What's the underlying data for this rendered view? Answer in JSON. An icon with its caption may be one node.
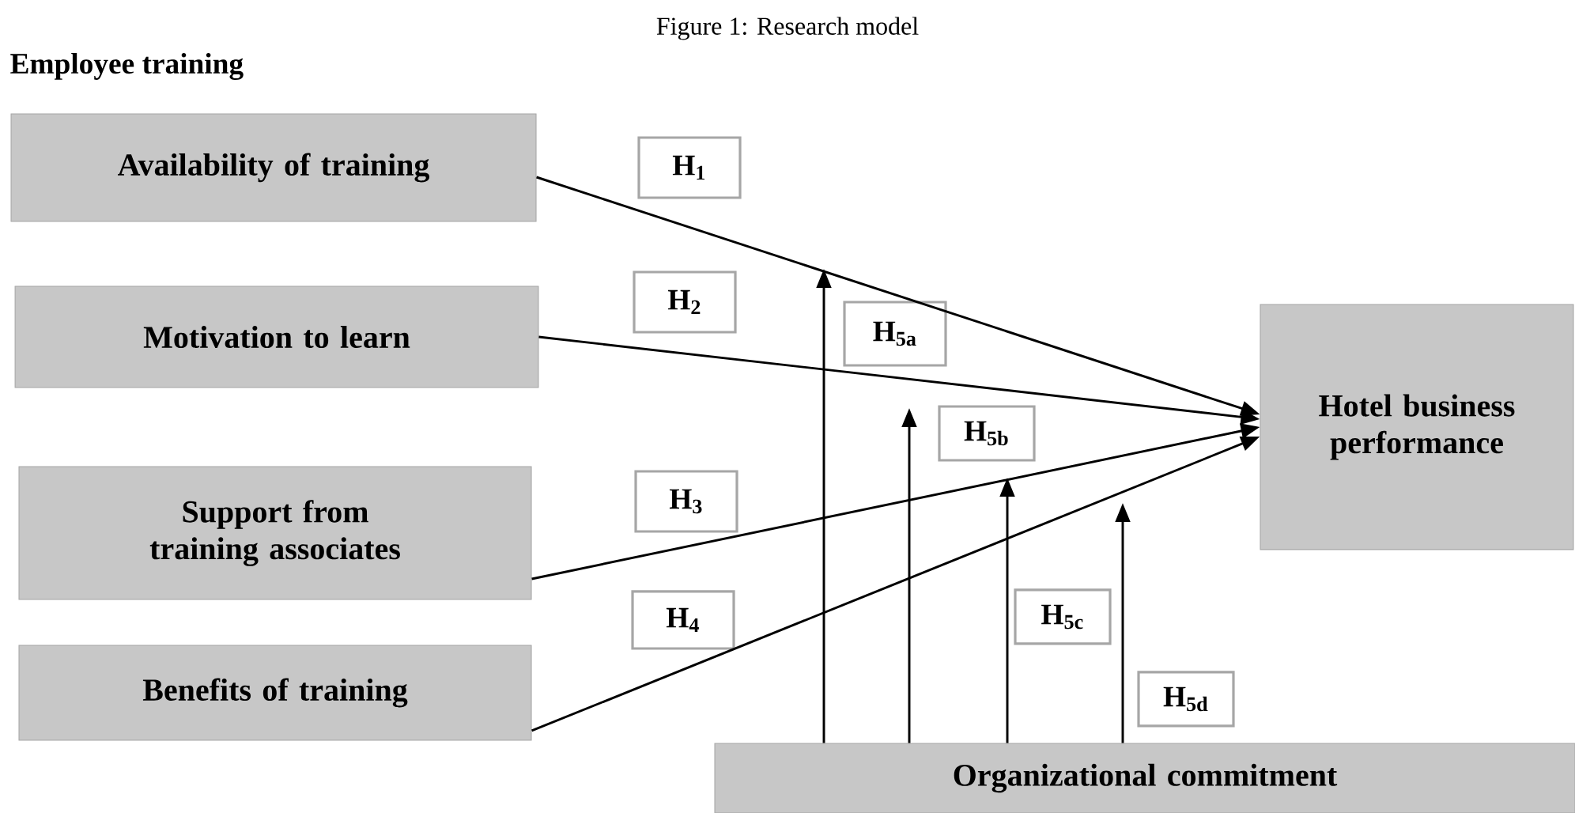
{
  "diagram": {
    "title": "Figure 1: Research model",
    "nodes": [
      {
        "text": [
          "Availability of training"
        ]
      },
      {
        "text": [
          "Motivation to learn"
        ]
      },
      {
        "text": [
          "Support from training associates"
        ]
      },
      {
        "text": [
          "Benefits of training"
        ]
      },
      {
        "text": [
          "Hotel business performance"
        ]
      },
      {
        "text": [
          "Organizational commitment"
        ]
      },
      {
        "text": [
          "H$_{1}$"
        ]
      },
      {
        "text": [
          "H$_{2}$"
        ]
      },
      {
        "text": [
          "H$_{5a}$"
        ]
      },
      {
        "text": [
          "H$_{5b}$"
        ]
      },
      {
        "text": [
          "H$_{3}$"
        ]
      },
      {
        "text": [
          "H$_{4}$"
        ]
      },
      {
        "text": [
          "H$_{5c}$"
        ]
      },
      {
        "text": [
          "H$_{5d}$"
        ]
      }
    ],
    "edges": [
      {
        "from": 0,
        "to": 4,
        "arrow": "to"
      },
      {
        "from": 1,
        "to": 4,
        "arrow": "to"
      },
      {
        "from": 2,
        "to": 4,
        "arrow": "to"
      },
      {
        "from": 3,
        "to": 4,
        "arrow": "to"
      },
      {
        "from": 5,
        "to": null,
        "arrow": "to"
      },
      {
        "from": 5,
        "to": null,
        "arrow": "to"
      },
      {
        "from": 5,
        "to": null,
        "arrow": "to"
      },
      {
        "from": 5,
        "to": null,
        "arrow": "to"
      }
    ],
    "labels": [
      "Employee training"
    ]
  }
}
